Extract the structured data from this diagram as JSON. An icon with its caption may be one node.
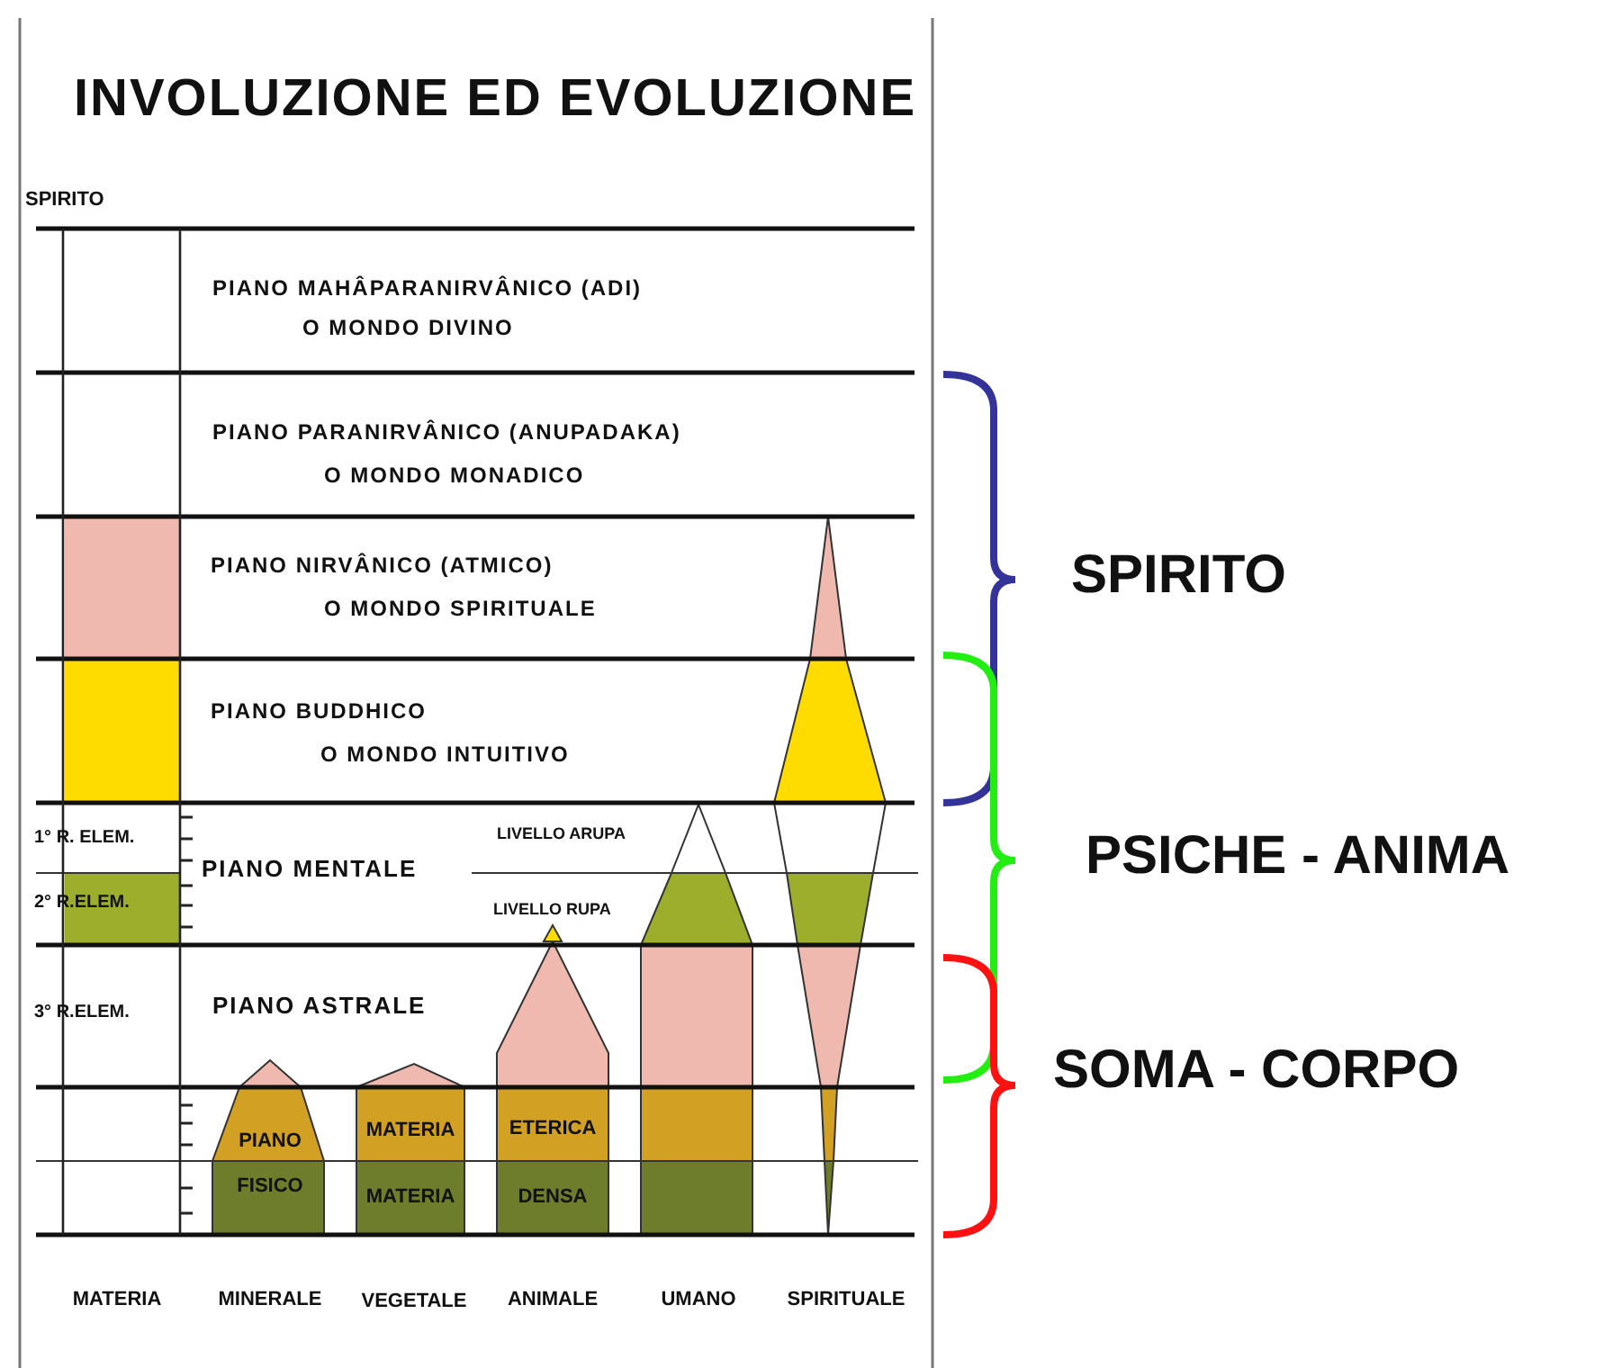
{
  "diagram": {
    "title": "INVOLUZIONE ED EVOLUZIONE",
    "labels": [
      "SPIRITO",
      "PIANO MAHÂPARANIRVÂNICO (ADI)",
      "O MONDO DIVINO",
      "PIANO PARANIRVÂNICO (ANUPADAKA)",
      "O MONDO MONADICO",
      "PIANO NIRVÂNICO (ATMICO)",
      "O MONDO SPIRITUALE",
      "SPIRITO",
      "PIANO BUDDHICO",
      "O MONDO INTUITIVO",
      "1° R. ELEM.",
      "LIVELLO ARUPA",
      "PSICHE - ANIMA",
      "PIANO MENTALE",
      "2° R.ELEM.",
      "LIVELLO RUPA",
      "3° R.ELEM.",
      "PIANO ASTRALE",
      "SOMA - CORPO",
      "PIANO",
      "MATERIA",
      "ETERICA",
      "FISICO",
      "MATERIA",
      "DENSA",
      "MATERIA",
      "MINERALE",
      "VEGETALE",
      "ANIMALE",
      "UMANO",
      "SPIRITUALE"
    ]
  }
}
